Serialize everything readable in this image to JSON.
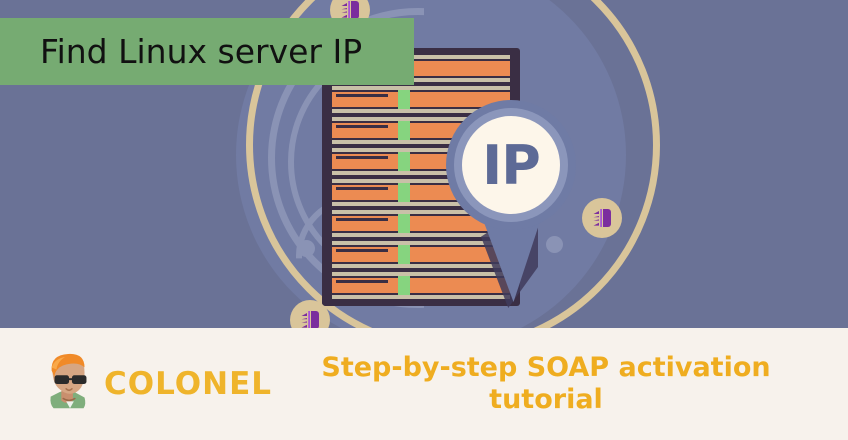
{
  "banner": {
    "title": "Find Linux server IP"
  },
  "hero": {
    "pin_label": "IP",
    "icons": {
      "server_rack": "server-rack-icon",
      "map_pin": "map-pin-icon",
      "badge": "fan-blade-icon"
    }
  },
  "footer": {
    "brand_name": "COLONEL",
    "brand_mark": "colonel-mascot-icon",
    "headline_line1": "Step-by-step SOAP activation",
    "headline_line2": "tutorial"
  },
  "colors": {
    "background": "#6a7296",
    "banner_green": "#76ab72",
    "footer_cream": "#f7f2ec",
    "brand_gold": "#efb42b",
    "headline_gold": "#efad20",
    "rack_dark": "#3a2e44",
    "rack_orange": "#ec8b52",
    "rack_led_green": "#86d47f",
    "pin_blue": "#6f7ba5",
    "pin_cream": "#fdf6ea",
    "arc_tan": "#d9c59a",
    "badge_purple": "#7b2d9e"
  }
}
